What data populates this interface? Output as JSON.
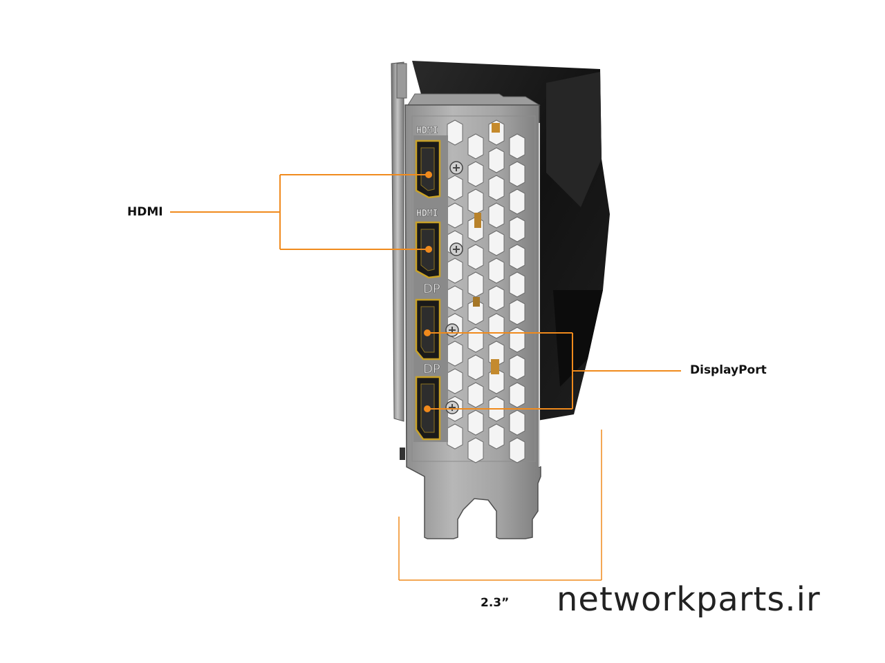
{
  "callouts": {
    "hdmi": "HDMI",
    "displayport": "DisplayPort",
    "width": "2.3”"
  },
  "port_labels": {
    "hdmi_1": "HDMI",
    "hdmi_2": "HDMI",
    "dp_1": "DP",
    "dp_2": "DP"
  },
  "watermark": "networkparts.ir",
  "colors": {
    "accent": "#f08a1c",
    "bracket_metal": "#a9a9a9",
    "bracket_dark": "#5a5a5a",
    "shroud": "#141414",
    "port_gold": "#c9a227",
    "text": "#111111"
  }
}
